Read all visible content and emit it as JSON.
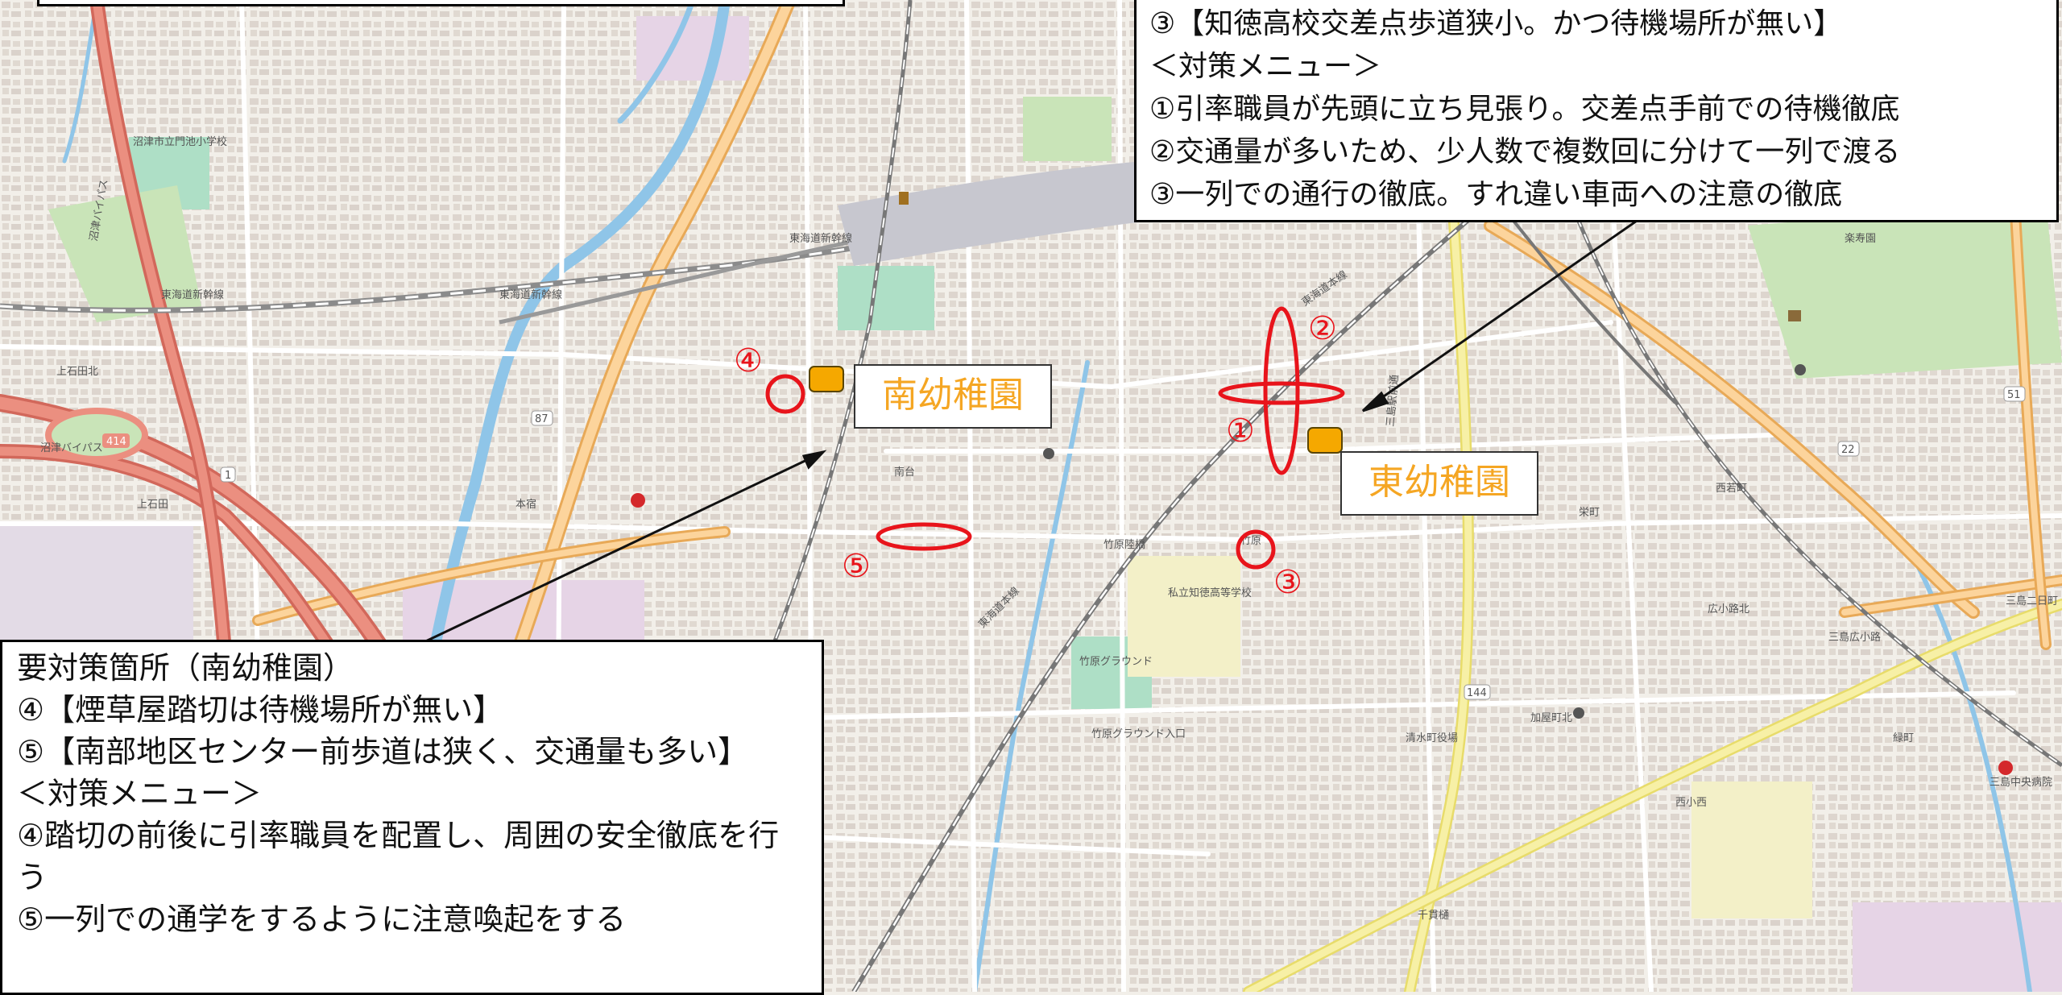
{
  "callout_right": {
    "lines": [
      "③【知徳高校交差点歩道狭小。かつ待機場所が無い】",
      "＜対策メニュー＞",
      "①引率職員が先頭に立ち見張り。交差点手前での待機徹底",
      "②交通量が多いため、少人数で複数回に分けて一列で渡る",
      "③一列での通行の徹底。すれ違い車両への注意の徹底"
    ]
  },
  "callout_left": {
    "lines": [
      "要対策箇所（南幼稚園）",
      "④【煙草屋踏切は待機場所が無い】",
      "⑤【南部地区センター前歩道は狭く、交通量も多い】",
      "＜対策メニュー＞",
      "④踏切の前後に引率職員を配置し、周囲の安全徹底を行う",
      "⑤一列での通学をするように注意喚起をする"
    ]
  },
  "kindergartens": {
    "minami": "南幼稚園",
    "higashi": "東幼稚園"
  },
  "markers": {
    "m1": "①",
    "m2": "②",
    "m3": "③",
    "m4": "④",
    "m5": "⑤"
  },
  "map_labels": {
    "expressway_1": "沼津バイパス",
    "expressway_2": "沼津バイパス",
    "route_414": "414",
    "route_1": "1",
    "route_87": "87",
    "route_22": "22",
    "route_144": "144",
    "route_51": "51",
    "shinkansen_1": "東海道新幹線",
    "shinkansen_2": "東海道新幹線",
    "shinkansen_3": "東海道新幹線",
    "tokaido_1": "東海道本線",
    "tokaido_2": "東海道本線",
    "school_1": "沼津市立門池小学校",
    "school_2": "私立知徳高等学校",
    "ground": "竹原グラウンド",
    "ground_iri": "竹原グラウンド入口",
    "hospital": "三島中央病院",
    "park": "楽寿園",
    "station": "三島広小路",
    "takehara": "竹原",
    "takehara_bridge": "竹原陸橋",
    "kamiishida": "上石田",
    "kamiishida_n": "上石田北",
    "hongu": "本宿",
    "shimizucho": "清水町役場",
    "senbon": "千貫樋",
    "kanaya": "加屋町北",
    "hirokoji": "広小路北",
    "sakaemachi": "栄町",
    "nishiwakamachi": "西若町",
    "midoricho": "緑町",
    "nishikoji": "西小西",
    "sunzu": "三島二日町",
    "mishima_ekimae": "三島駅前通",
    "minamidai": "南台"
  },
  "colors": {
    "ring": "#e8141b",
    "kinder_text": "#f5a623",
    "kinder_marker": "#f5a800",
    "road_major": "#f6b45f",
    "road_express": "#e8867a",
    "river": "#8fc5e8",
    "park": "#c9e4b8",
    "building": "#d9d0c9"
  }
}
